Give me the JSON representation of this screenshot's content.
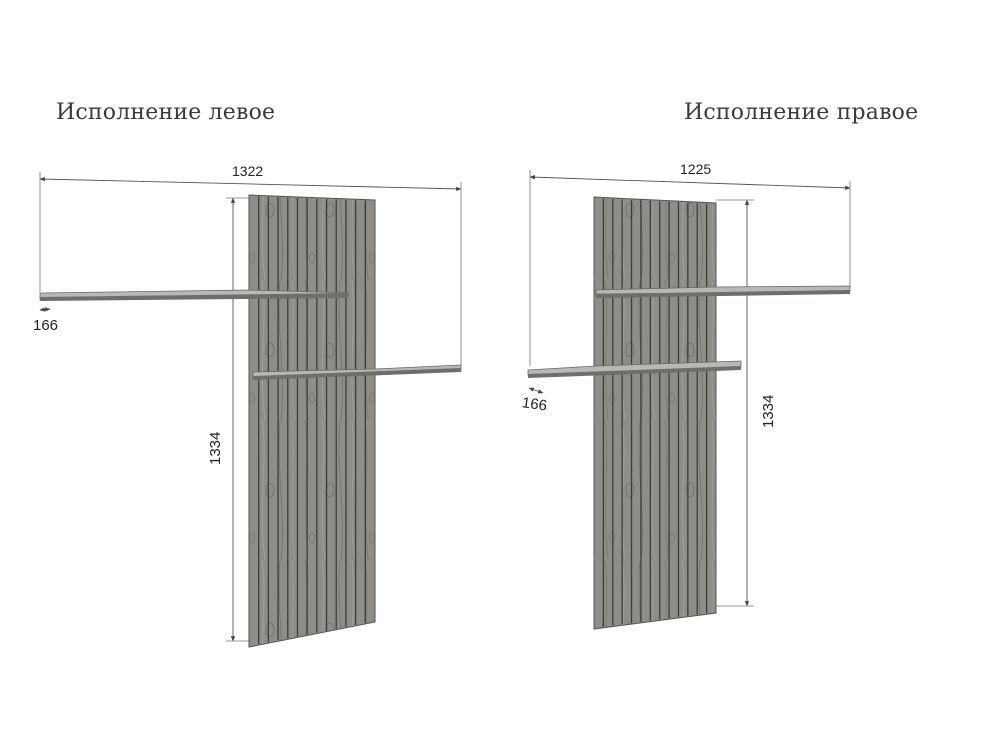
{
  "variants": [
    {
      "title": "Исполнение левое",
      "width_label": "1322",
      "height_label": "1334",
      "depth_label": "166"
    },
    {
      "title": "Исполнение правое",
      "width_label": "1225",
      "height_label": "1334",
      "depth_label": "166"
    }
  ],
  "colors": {
    "panel_wood": "#8e8d88",
    "slat_groove": "#3c3c3a",
    "shelf_top": "#b9b8b4",
    "shelf_front": "#6f6e6a",
    "dimension_line": "#555555"
  }
}
